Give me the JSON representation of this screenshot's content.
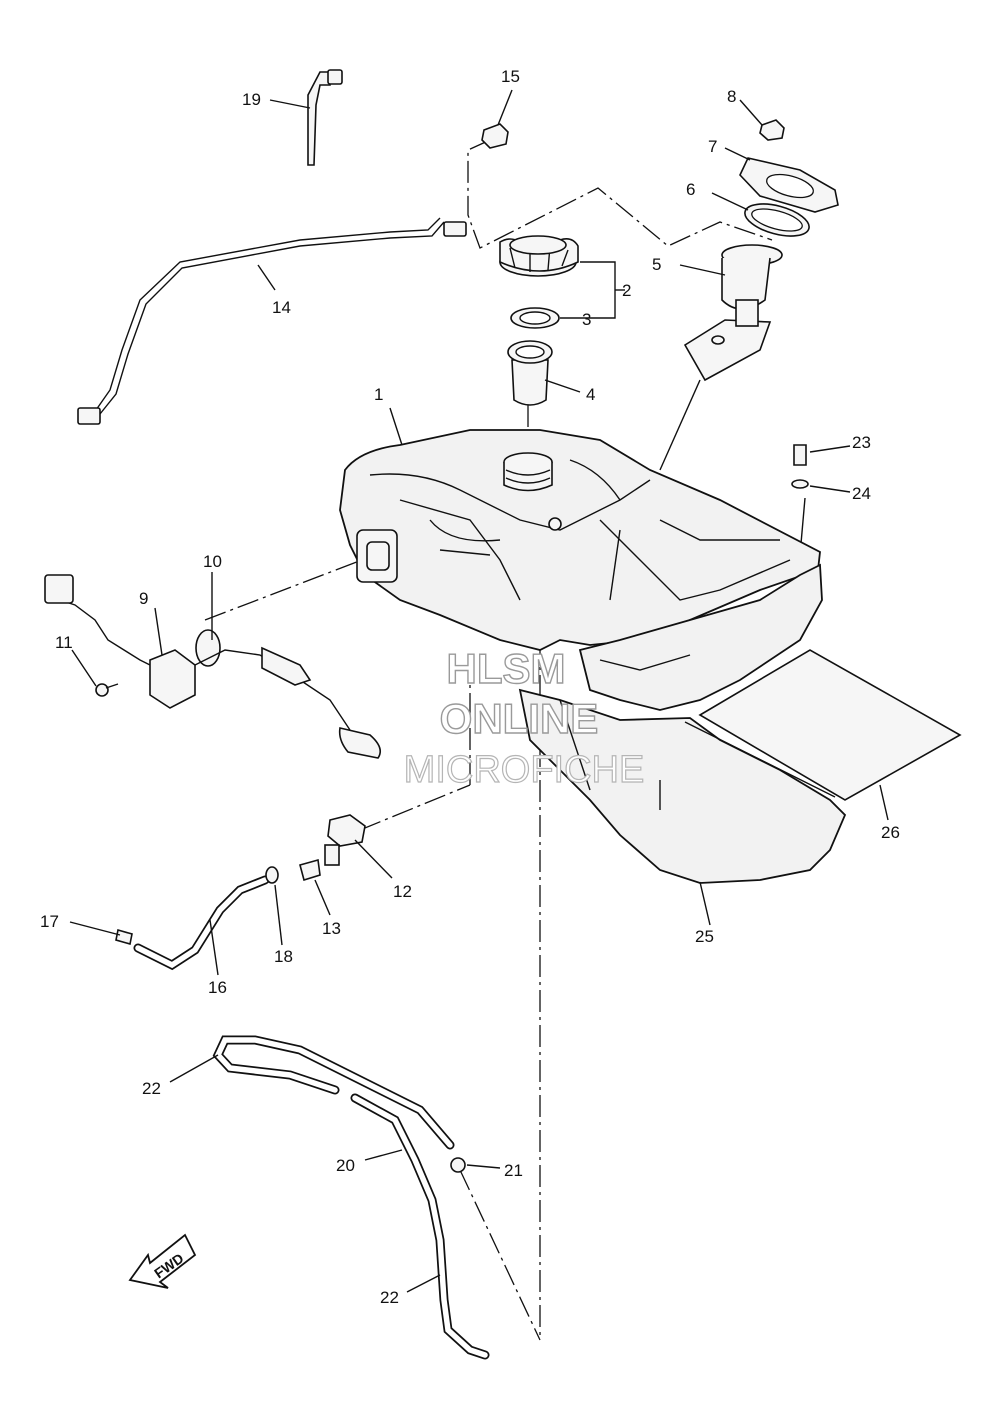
{
  "diagram": {
    "callouts": [
      "1",
      "2",
      "3",
      "4",
      "5",
      "6",
      "7",
      "8",
      "9",
      "10",
      "11",
      "12",
      "13",
      "14",
      "15",
      "16",
      "17",
      "18",
      "19",
      "20",
      "21",
      "22",
      "22",
      "23",
      "24",
      "25",
      "26"
    ],
    "fwd_label": "FWD"
  },
  "watermark": {
    "line1": "HLSM",
    "line2": "ONLINE",
    "line3": "MICROFICHE"
  }
}
